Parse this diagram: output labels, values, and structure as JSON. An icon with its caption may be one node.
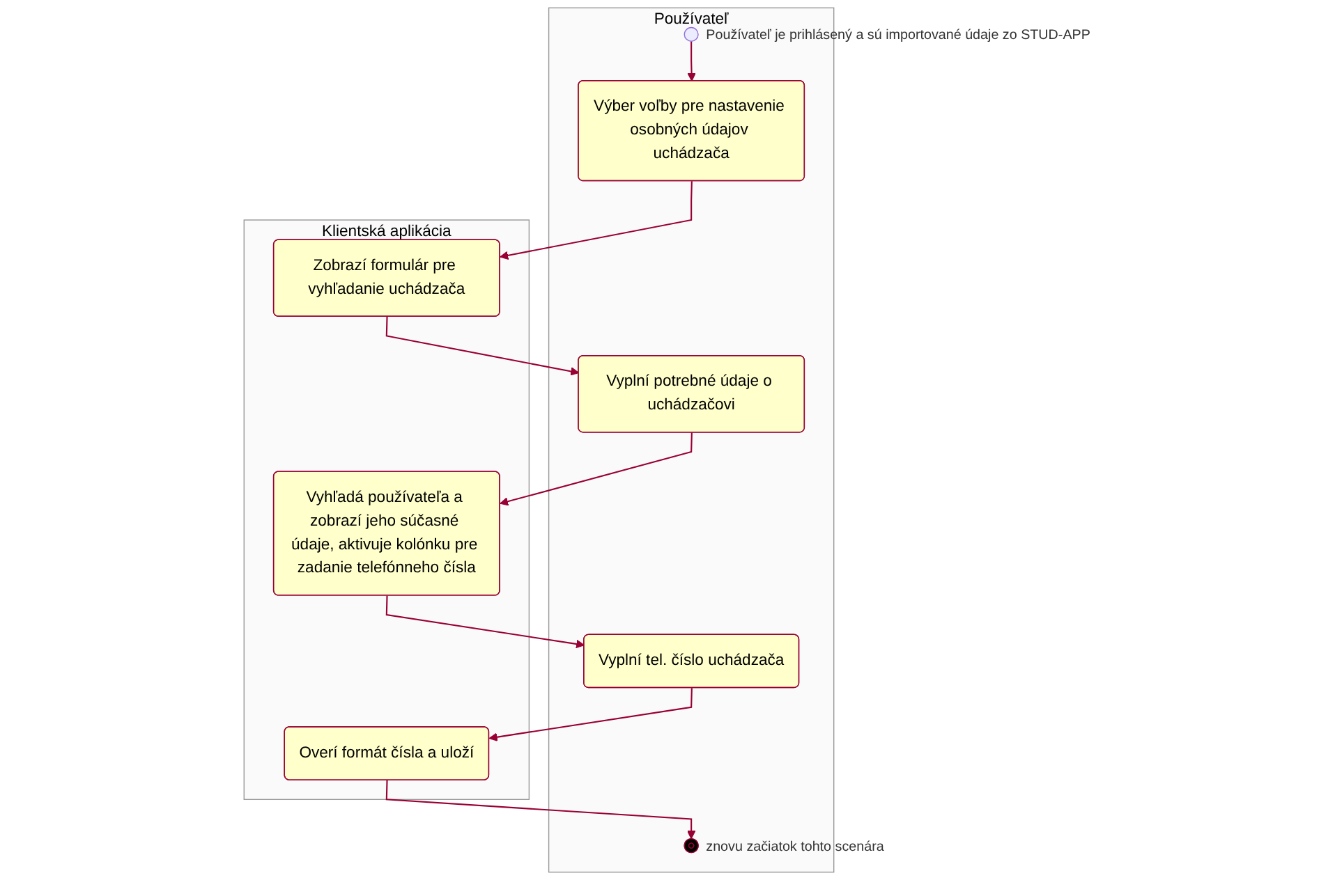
{
  "diagram": {
    "nodes": [
      {
        "text": [
          "Používateľ"
        ]
      },
      {
        "text": [
          "Klientská aplikácia"
        ]
      },
      {
        "text": [],
        "shape": "circle",
        "in": 0,
        "beside": [
          "Používateľ je prihlásený a sú importované údaje zo STUD-APP"
        ]
      },
      {
        "text": [
          "Výber voľby pre nastavenie osobných údajov uchádzača"
        ],
        "in": 0
      },
      {
        "text": [
          "Zobrazí formulár pre vyhľadanie uchádzača"
        ],
        "in": 1
      },
      {
        "text": [
          "Vyplní potrebné údaje o uchádzačovi"
        ],
        "in": 0
      },
      {
        "text": [
          "Vyhľadá používateľa a zobrazí jeho súčasné údaje, aktivuje kolónku pre zadanie telefónneho čísla"
        ],
        "in": 1
      },
      {
        "text": [
          "Vyplní tel. číslo uchádzača"
        ],
        "in": 0
      },
      {
        "text": [
          "Overí formát čísla a uloží"
        ],
        "in": 1
      },
      {
        "text": [],
        "shape": "bullseye",
        "in": 0,
        "beside": [
          "znovu začiatok tohto scenára"
        ]
      }
    ],
    "edges": [
      {
        "from": 2,
        "to": 3,
        "arrow": "to"
      },
      {
        "from": 3,
        "to": 4,
        "arrow": "to"
      },
      {
        "from": 4,
        "to": 5,
        "arrow": "to"
      },
      {
        "from": 5,
        "to": 6,
        "arrow": "to"
      },
      {
        "from": 6,
        "to": 7,
        "arrow": "to"
      },
      {
        "from": 7,
        "to": 8,
        "arrow": "to"
      },
      {
        "from": 8,
        "to": 9,
        "arrow": "to"
      }
    ]
  }
}
